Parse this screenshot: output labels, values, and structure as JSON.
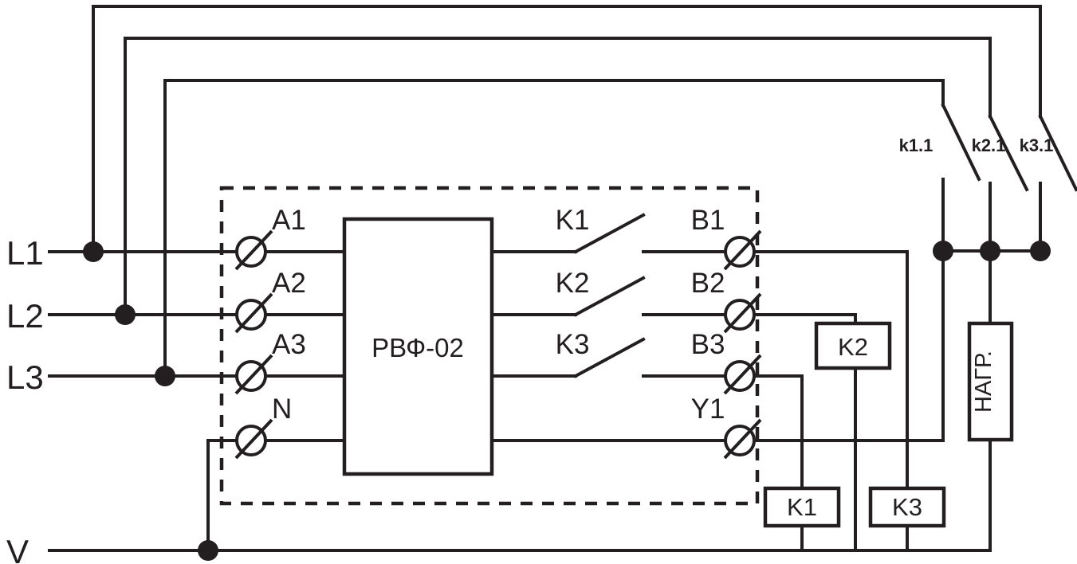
{
  "diagram": {
    "title": "РВФ-02",
    "device_label": "РВФ-02",
    "supply_rails": [
      {
        "name": "L1",
        "label": "L1"
      },
      {
        "name": "L2",
        "label": "L2"
      },
      {
        "name": "L3",
        "label": "L3"
      },
      {
        "name": "V",
        "label": "V"
      }
    ],
    "input_terminals": [
      {
        "name": "A1",
        "label": "A1"
      },
      {
        "name": "A2",
        "label": "A2"
      },
      {
        "name": "A3",
        "label": "A3"
      },
      {
        "name": "N",
        "label": "N"
      }
    ],
    "output_terminals": [
      {
        "name": "B1",
        "label": "B1"
      },
      {
        "name": "B2",
        "label": "B2"
      },
      {
        "name": "B3",
        "label": "B3"
      },
      {
        "name": "Y1",
        "label": "Y1"
      }
    ],
    "internal_contacts": [
      {
        "name": "K1",
        "label": "K1"
      },
      {
        "name": "K2",
        "label": "K2"
      },
      {
        "name": "K3",
        "label": "K3"
      }
    ],
    "coils": [
      {
        "name": "K1",
        "label": "K1"
      },
      {
        "name": "K2",
        "label": "K2"
      },
      {
        "name": "K3",
        "label": "K3"
      }
    ],
    "power_contacts": [
      {
        "name": "k1.1",
        "label": "k1.1"
      },
      {
        "name": "k2.1",
        "label": "k2.1"
      },
      {
        "name": "k3.1",
        "label": "k3.1"
      }
    ],
    "load": {
      "label": "НАГР."
    },
    "colors": {
      "line": "#231f20",
      "background": "#ffffff"
    }
  }
}
